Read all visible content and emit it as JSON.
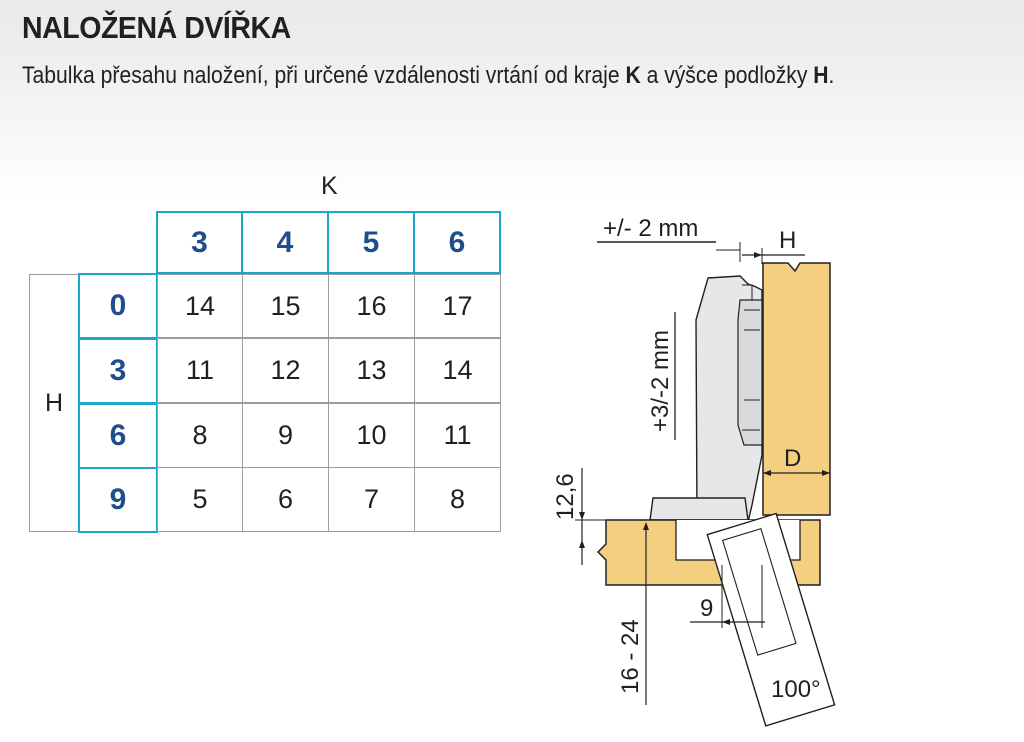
{
  "header": {
    "title": "NALOŽENÁ DVÍŘKA",
    "subtitle_parts": [
      "Tabulka přesahu naložení, při určené vzdálenosti vrtání od kraje ",
      "K",
      " a výšce podložky ",
      "H",
      "."
    ]
  },
  "table": {
    "col_axis_label": "K",
    "row_axis_label": "H",
    "columns": [
      "3",
      "4",
      "5",
      "6"
    ],
    "rows": [
      {
        "h": "0",
        "values": [
          "14",
          "15",
          "16",
          "17"
        ]
      },
      {
        "h": "3",
        "values": [
          "11",
          "12",
          "13",
          "14"
        ]
      },
      {
        "h": "6",
        "values": [
          "8",
          "9",
          "10",
          "11"
        ]
      },
      {
        "h": "9",
        "values": [
          "5",
          "6",
          "7",
          "8"
        ]
      }
    ]
  },
  "diagram": {
    "label_tolerance_horizontal": "+/- 2 mm",
    "label_H": "H",
    "label_tolerance_vertical": "+3/-2 mm",
    "label_D": "D",
    "label_12_6": "12,6",
    "label_9": "9",
    "label_16_24": "16 - 24",
    "label_100": "100°"
  },
  "colors": {
    "title_text": "#231f20",
    "header_border": "#1aa7c8",
    "header_number": "#1f4e8c",
    "table_border": "#9d9d9d",
    "wood": "#f3cf7f",
    "metal": "#e6e7e8"
  }
}
